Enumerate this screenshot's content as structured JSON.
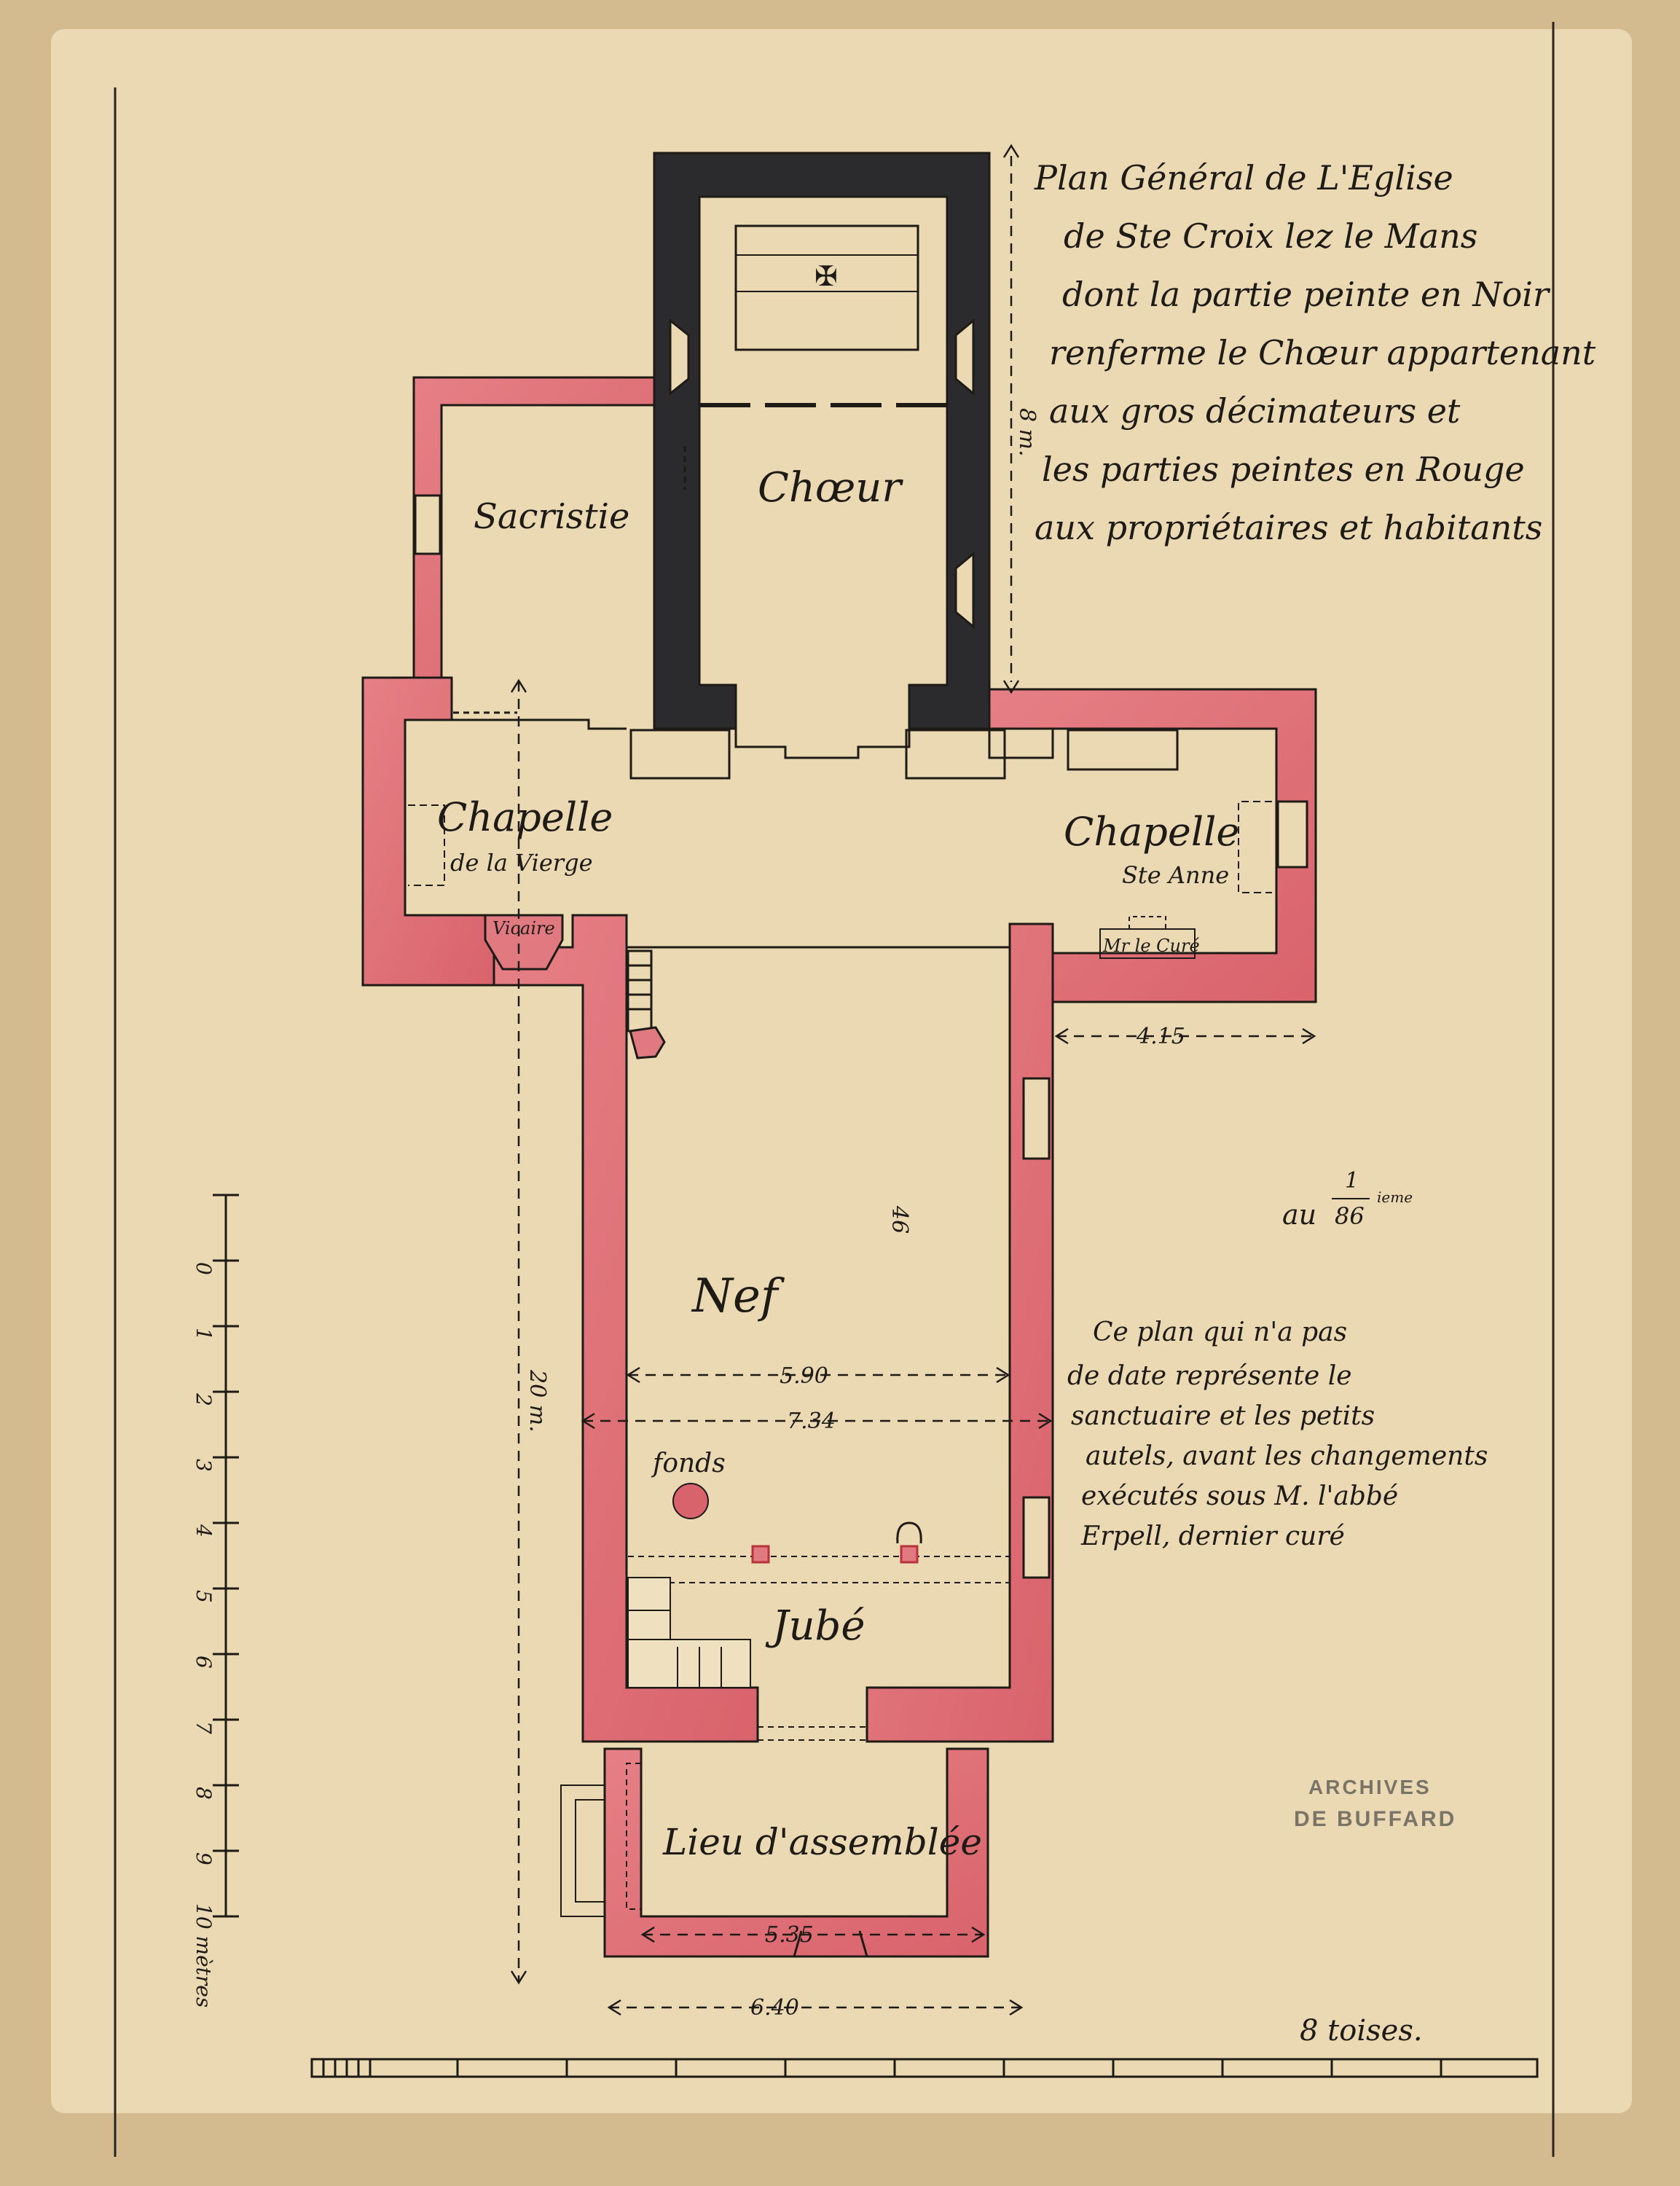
{
  "title_lines": [
    "Plan Général de L'Eglise",
    "de Ste Croix lez le Mans",
    "dont la partie peinte en Noir",
    "renferme le Chœur appartenant",
    "aux gros décimateurs et",
    "les parties peintes en Rouge",
    "aux propriétaires et habitants"
  ],
  "rooms": {
    "choeur": "Chœur",
    "sacristie": "Sacristie",
    "chapelle_vierge_1": "Chapelle",
    "chapelle_vierge_2": "de la Vierge",
    "chapelle_anne_1": "Chapelle",
    "chapelle_anne_2": "Ste Anne",
    "vicaire": "Vicaire",
    "cure": "Mr le Curé",
    "nef": "Nef",
    "fonds": "fonds",
    "jube": "Jubé",
    "lieu": "Lieu d'assemblée"
  },
  "dimensions": {
    "choir_height": "8 m.",
    "chapel_width": "4.15",
    "nave_length": "20 m.",
    "nave_inner": "5.90",
    "nave_outer": "7.34",
    "assembly_inner": "5.35",
    "assembly_outer": "6.40",
    "pencil_number": "46"
  },
  "scale_note": {
    "prefix": "au",
    "numerator": "1",
    "denominator": "86",
    "suffix": "ieme"
  },
  "note_lines": [
    "Ce plan qui n'a pas",
    "de date représente le",
    "sanctuaire et les petits",
    "autels, avant les changements",
    "exécutés sous M. l'abbé",
    "Erpell, dernier curé"
  ],
  "scale_vertical": {
    "ticks": [
      "0",
      "1",
      "2",
      "3",
      "4",
      "5",
      "6",
      "7",
      "8",
      "9",
      "10 mètres"
    ]
  },
  "scale_horizontal_label": "8 toises.",
  "stamp": {
    "line1": "ARCHIVES",
    "line2": "DE BUFFARD"
  },
  "colors": {
    "paper": "#e9d9b4",
    "paper_border": "#d2b88c",
    "red_wall": "#e07a80",
    "black_wall": "#2b2b2e",
    "ink": "#1e1a16"
  }
}
